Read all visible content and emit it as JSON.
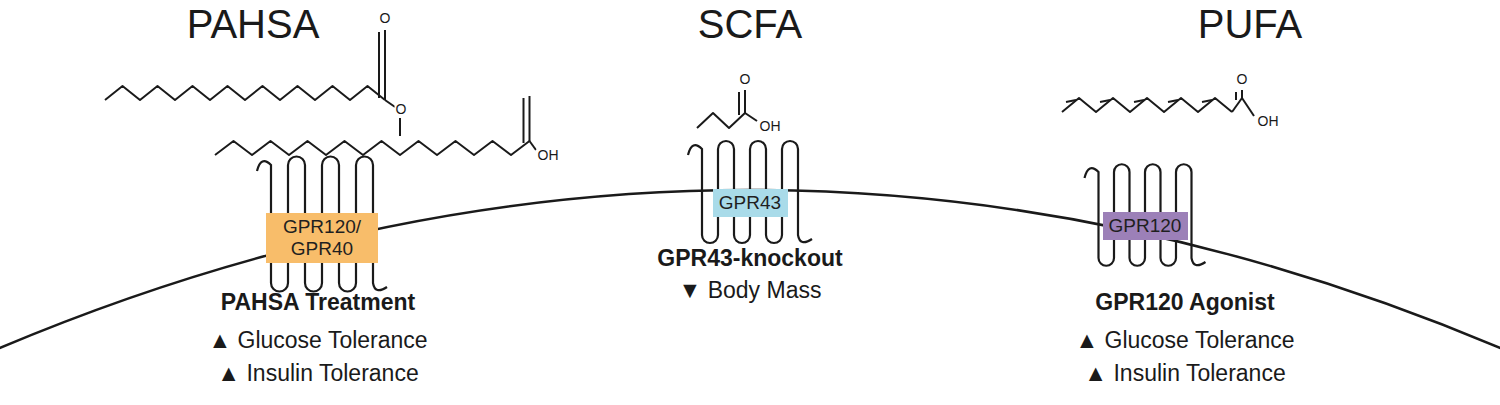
{
  "diagram": {
    "nodes": [
      {
        "text": [
          "GPR120/ GPR40"
        ]
      },
      {
        "text": [
          "GPR43"
        ]
      },
      {
        "text": [
          "GPR120"
        ]
      }
    ],
    "labels": [
      "PAHSA",
      "SCFA",
      "PUFA",
      "O",
      "O",
      "OH",
      "O",
      "OH",
      "O",
      "OH",
      "PAHSA Treatment",
      "▲ Glucose Tolerance",
      "▲ Insulin Tolerance",
      "GPR43-knockout",
      "▼ Body Mass",
      "GPR120 Agonist",
      "▲ Glucose Tolerance",
      "▲ Insulin Tolerance"
    ]
  }
}
